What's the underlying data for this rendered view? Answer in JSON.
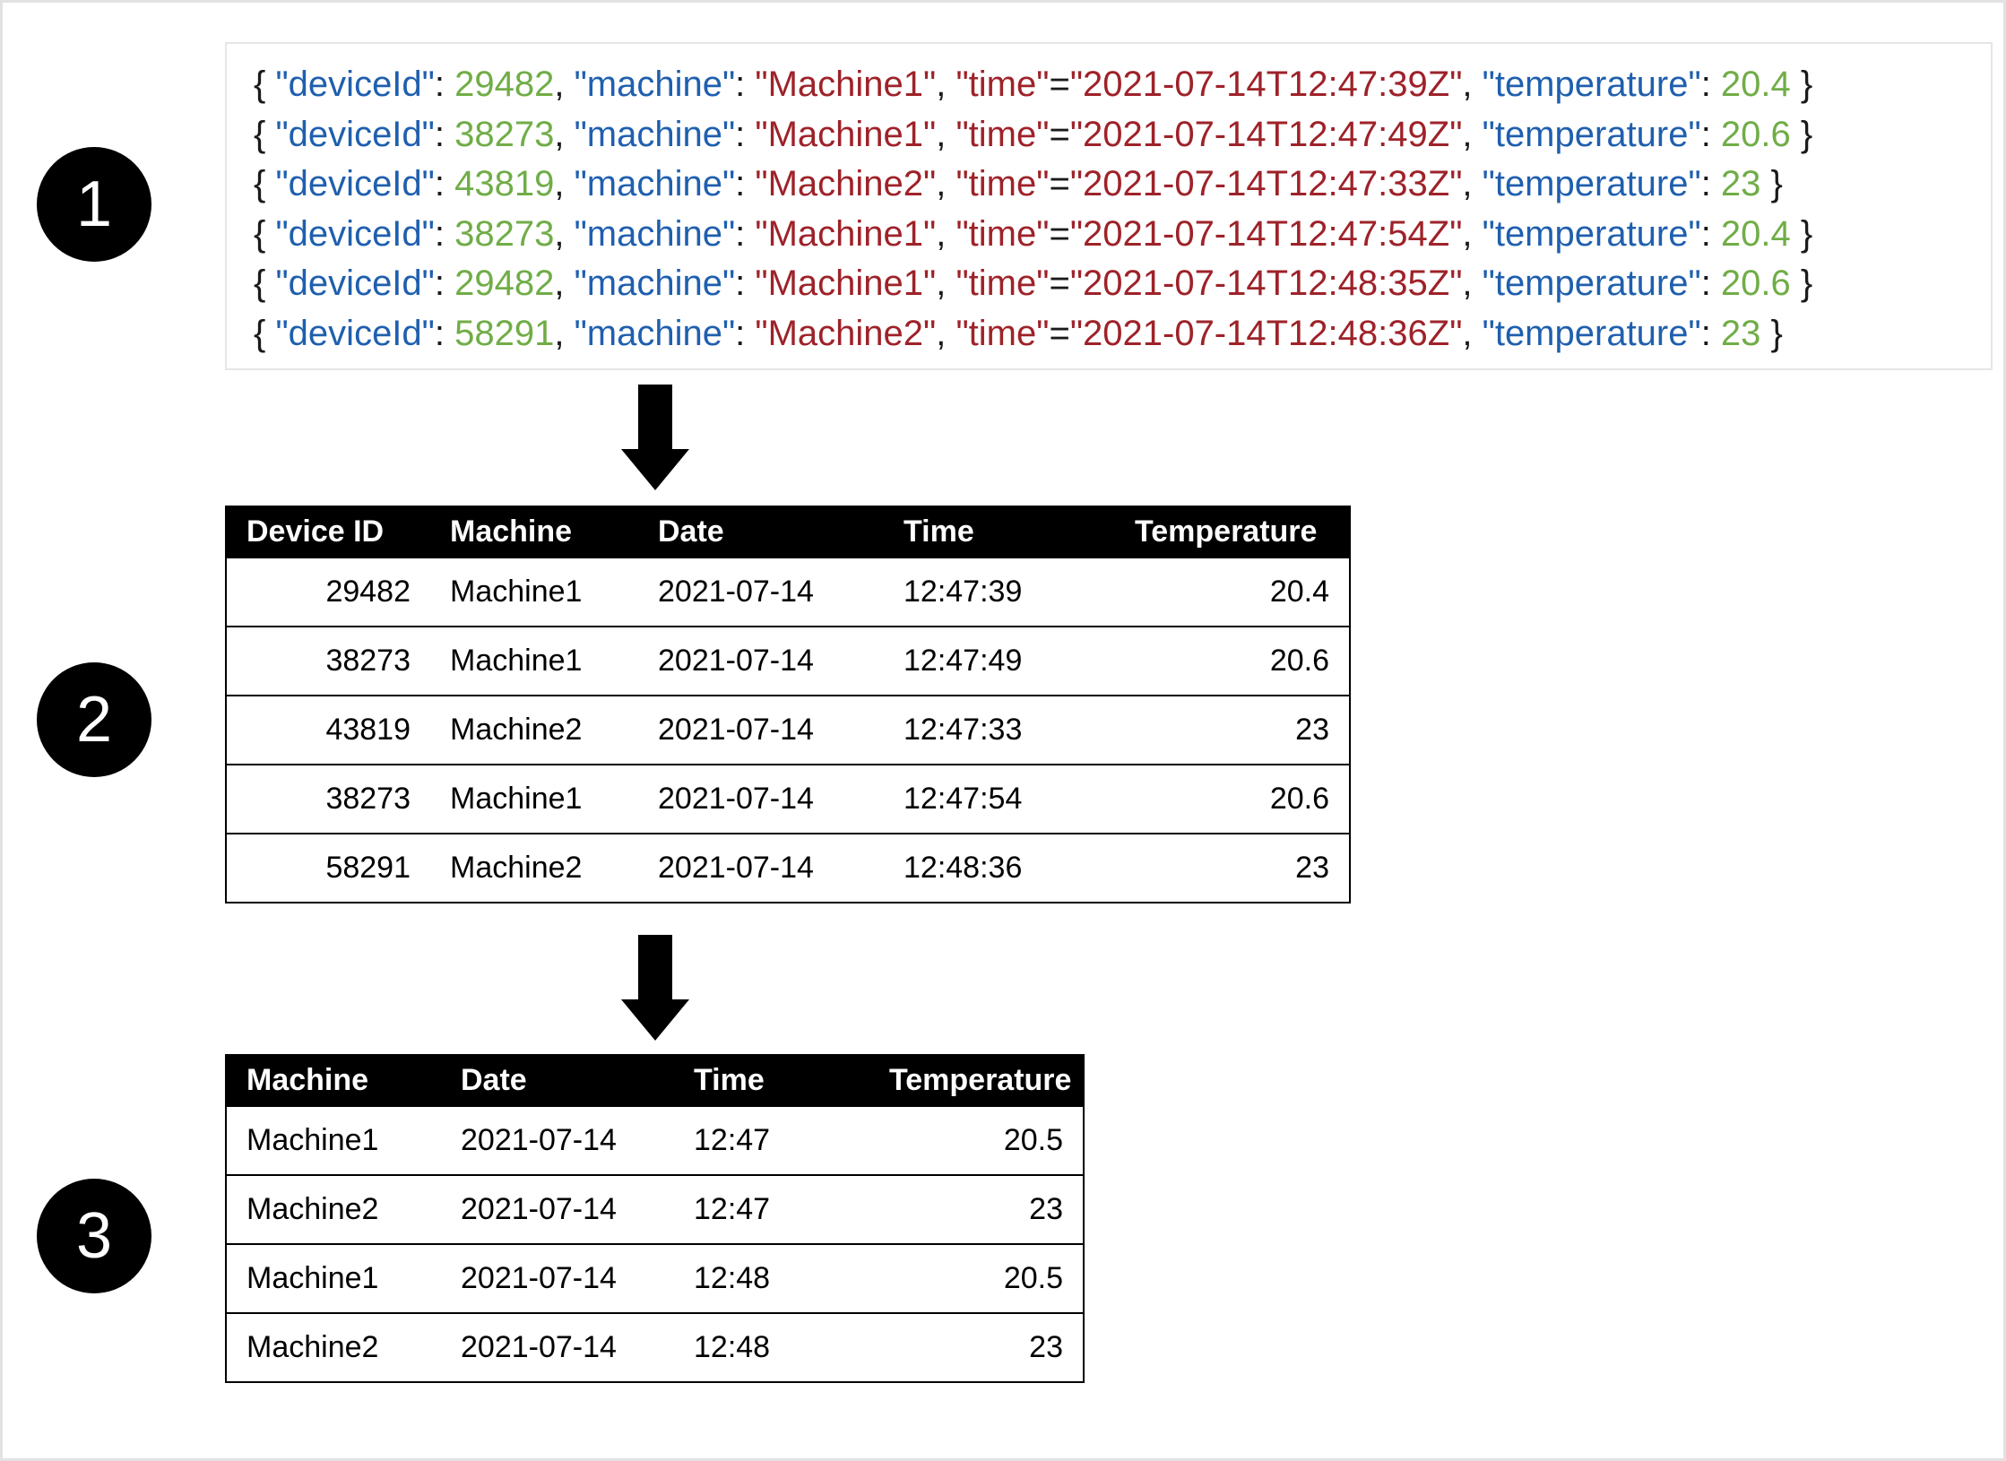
{
  "steps": [
    {
      "number": "1"
    },
    {
      "number": "2"
    },
    {
      "number": "3"
    }
  ],
  "colors": {
    "key": "#1f5fae",
    "number": "#70ad47",
    "string": "#9e2229",
    "punctuation": "#1a1a1a",
    "header_background": "#000000",
    "header_text": "#ffffff",
    "box_border": "#e6e6e6",
    "page_border": "#e2e2e2"
  },
  "json_block": {
    "keys": {
      "deviceId": "\"deviceId\"",
      "machine": "\"machine\"",
      "time": "\"time\"",
      "temperature": "\"temperature\""
    },
    "separators": {
      "open": "{",
      "close": "}",
      "colon": ":",
      "equals": "=",
      "comma": ","
    },
    "records": [
      {
        "deviceId": "29482",
        "machine": "\"Machine1\"",
        "time": "\"2021-07-14T12:47:39Z\"",
        "temperature": "20.4"
      },
      {
        "deviceId": "38273",
        "machine": "\"Machine1\"",
        "time": "\"2021-07-14T12:47:49Z\"",
        "temperature": "20.6"
      },
      {
        "deviceId": "43819",
        "machine": "\"Machine2\"",
        "time": "\"2021-07-14T12:47:33Z\"",
        "temperature": "23"
      },
      {
        "deviceId": "38273",
        "machine": "\"Machine1\"",
        "time": "\"2021-07-14T12:47:54Z\"",
        "temperature": "20.4"
      },
      {
        "deviceId": "29482",
        "machine": "\"Machine1\"",
        "time": "\"2021-07-14T12:48:35Z\"",
        "temperature": "20.6"
      },
      {
        "deviceId": "58291",
        "machine": "\"Machine2\"",
        "time": "\"2021-07-14T12:48:36Z\"",
        "temperature": "23"
      }
    ]
  },
  "table_raw": {
    "headers": [
      "Device ID",
      "Machine",
      "Date",
      "Time",
      "Temperature"
    ],
    "align": [
      "num",
      "txt",
      "txt",
      "txt",
      "num"
    ],
    "rows": [
      [
        "29482",
        "Machine1",
        "2021-07-14",
        "12:47:39",
        "20.4"
      ],
      [
        "38273",
        "Machine1",
        "2021-07-14",
        "12:47:49",
        "20.6"
      ],
      [
        "43819",
        "Machine2",
        "2021-07-14",
        "12:47:33",
        "23"
      ],
      [
        "38273",
        "Machine1",
        "2021-07-14",
        "12:47:54",
        "20.6"
      ],
      [
        "58291",
        "Machine2",
        "2021-07-14",
        "12:48:36",
        "23"
      ]
    ]
  },
  "table_aggregated": {
    "headers": [
      "Machine",
      "Date",
      "Time",
      "Temperature"
    ],
    "align": [
      "txt",
      "txt",
      "txt",
      "num"
    ],
    "rows": [
      [
        "Machine1",
        "2021-07-14",
        "12:47",
        "20.5"
      ],
      [
        "Machine2",
        "2021-07-14",
        "12:47",
        "23"
      ],
      [
        "Machine1",
        "2021-07-14",
        "12:48",
        "20.5"
      ],
      [
        "Machine2",
        "2021-07-14",
        "12:48",
        "23"
      ]
    ]
  },
  "arrows": [
    {
      "direction": "down"
    },
    {
      "direction": "down"
    }
  ]
}
